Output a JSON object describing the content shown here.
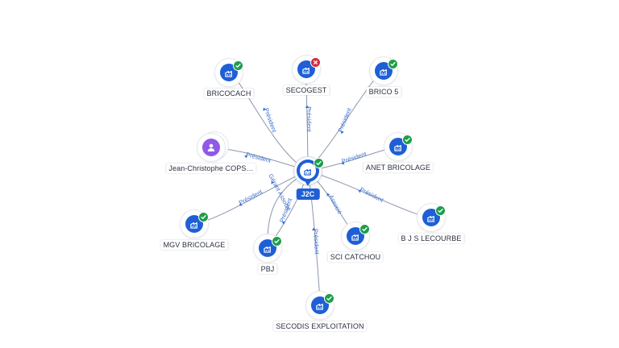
{
  "colors": {
    "node_blue": "#1f5fd6",
    "person_purple": "#8f5ae8",
    "status_ok": "#1e9e4a",
    "status_ko": "#d62b3f",
    "edge_label": "#3a6fd0",
    "edge_line": "#8a96aa"
  },
  "center": {
    "label": "J2C",
    "icon": "company-icon",
    "status": "ok"
  },
  "nodes": [
    {
      "id": "bricocach",
      "label": "BRICOCACH",
      "type": "company",
      "status": "ok"
    },
    {
      "id": "secogest",
      "label": "SECOGEST",
      "type": "company",
      "status": "ko"
    },
    {
      "id": "brico5",
      "label": "BRICO 5",
      "type": "company",
      "status": "ok"
    },
    {
      "id": "jeanchristophe",
      "label": "Jean-Christophe COPS…",
      "type": "person",
      "status": ""
    },
    {
      "id": "anet",
      "label": "ANET BRICOLAGE",
      "type": "company",
      "status": "ok"
    },
    {
      "id": "mgv",
      "label": "MGV BRICOLAGE",
      "type": "company",
      "status": "ok"
    },
    {
      "id": "bjs",
      "label": "B J S LECOURBE",
      "type": "company",
      "status": "ok"
    },
    {
      "id": "pbj",
      "label": "PBJ",
      "type": "company",
      "status": "ok"
    },
    {
      "id": "scicatchou",
      "label": "SCI CATCHOU",
      "type": "company",
      "status": "ok"
    },
    {
      "id": "secodis",
      "label": "SECODIS EXPLOITATION",
      "type": "company",
      "status": "ok"
    }
  ],
  "edges": [
    {
      "to": "bricocach",
      "label": "Président"
    },
    {
      "to": "secogest",
      "label": "Président"
    },
    {
      "to": "brico5",
      "label": "Président"
    },
    {
      "to": "jeanchristophe",
      "label": "Président"
    },
    {
      "to": "anet",
      "label": "Président"
    },
    {
      "to": "mgv",
      "label": "Président"
    },
    {
      "to": "bjs",
      "label": "Président"
    },
    {
      "to": "pbj",
      "label": "Président"
    },
    {
      "to": "scicatchou",
      "label": "Associé"
    },
    {
      "to": "secodis",
      "label": "Président"
    },
    {
      "to": "pbj",
      "label": "Gérant Associé"
    }
  ]
}
